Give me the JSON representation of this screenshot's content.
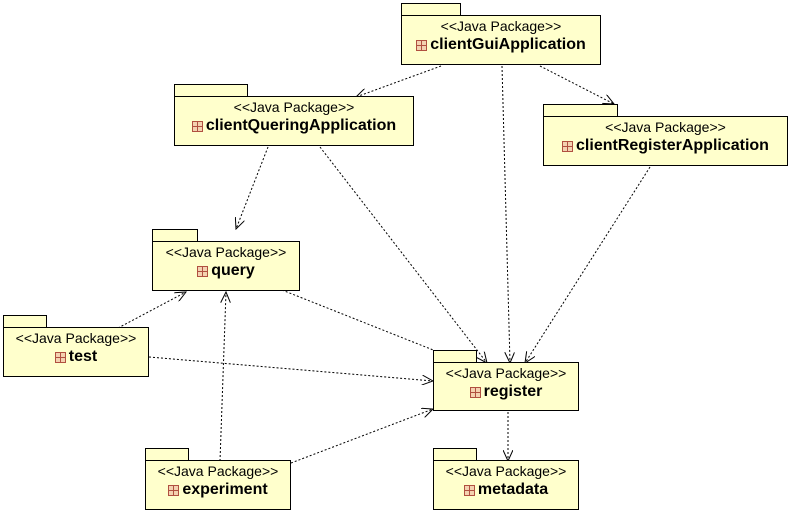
{
  "diagram": {
    "packages": {
      "clientGuiApplication": {
        "stereotype": "<<Java Package>>",
        "name": "clientGuiApplication"
      },
      "clientQueringApplication": {
        "stereotype": "<<Java Package>>",
        "name": "clientQueringApplication"
      },
      "clientRegisterApplication": {
        "stereotype": "<<Java Package>>",
        "name": "clientRegisterApplication"
      },
      "query": {
        "stereotype": "<<Java Package>>",
        "name": "query"
      },
      "test": {
        "stereotype": "<<Java Package>>",
        "name": "test"
      },
      "register": {
        "stereotype": "<<Java Package>>",
        "name": "register"
      },
      "experiment": {
        "stereotype": "<<Java Package>>",
        "name": "experiment"
      },
      "metadata": {
        "stereotype": "<<Java Package>>",
        "name": "metadata"
      }
    },
    "dependencies": [
      {
        "from": "clientGuiApplication",
        "to": "clientQueringApplication"
      },
      {
        "from": "clientGuiApplication",
        "to": "register"
      },
      {
        "from": "clientGuiApplication",
        "to": "clientRegisterApplication"
      },
      {
        "from": "clientQueringApplication",
        "to": "query"
      },
      {
        "from": "clientQueringApplication",
        "to": "register"
      },
      {
        "from": "clientRegisterApplication",
        "to": "register"
      },
      {
        "from": "query",
        "to": "register"
      },
      {
        "from": "test",
        "to": "query"
      },
      {
        "from": "test",
        "to": "register"
      },
      {
        "from": "experiment",
        "to": "query"
      },
      {
        "from": "experiment",
        "to": "register"
      },
      {
        "from": "register",
        "to": "metadata"
      }
    ],
    "colors": {
      "package_fill": "#ffffcc",
      "border": "#000000",
      "icon": "#b05040"
    },
    "icon": "package-icon"
  }
}
